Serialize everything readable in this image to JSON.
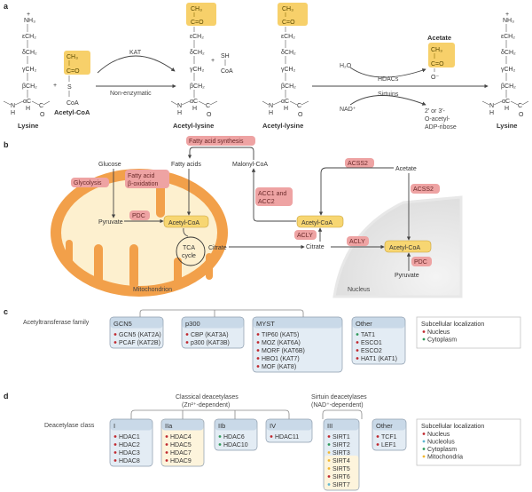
{
  "panels": {
    "a": {
      "label": "a",
      "lysine_left": {
        "name": "Lysine",
        "chain": [
          "NH₃",
          "εCH₂",
          "δCH₂",
          "γCH₂",
          "βCH₂"
        ],
        "charge": "+",
        "backbone": {
          "n": "N",
          "h1": "H",
          "alpha": "αC",
          "h2": "H",
          "c": "C",
          "o": "O"
        }
      },
      "plus1": "+",
      "acetyl_coa": {
        "name": "Acetyl-CoA",
        "ch3": "CH₃",
        "co": "C=O",
        "s": "S",
        "coa": "CoA"
      },
      "reaction1": {
        "enzyme": "KAT",
        "alt": "Non-enzymatic"
      },
      "acetyl_lysine_mid": {
        "name": "Acetyl-lysine",
        "ch3": "CH₃",
        "co": "C=O",
        "chain": [
          "εCH₂",
          "δCH₂",
          "γCH₂",
          "βCH₂"
        ]
      },
      "plus2": "+",
      "coa_sh": {
        "sh": "SH",
        "coa": "CoA"
      },
      "acetyl_lysine_right": {
        "name": "Acetyl-lysine",
        "ch3": "CH₃",
        "co": "C=O",
        "chain": [
          "εCH₂",
          "δCH₂",
          "γCH₂",
          "βCH₂"
        ]
      },
      "reaction2": {
        "h2o": "H₂O",
        "nad": "NAD⁺",
        "enzyme1": "HDACs",
        "enzyme2": "Sirtuins",
        "acetate_title": "Acetate",
        "acetate_ch3": "CH₃",
        "acetate_co": "C=O",
        "acetate_o": "O⁻",
        "byproduct": [
          "2′ or 3′-",
          "O-acetyl-",
          "ADP-ribose"
        ]
      },
      "lysine_right": {
        "name": "Lysine",
        "chain": [
          "NH₃",
          "εCH₂",
          "δCH₂",
          "γCH₂",
          "βCH₂"
        ],
        "charge": "+"
      }
    },
    "b": {
      "label": "b",
      "metabolites": {
        "glucose": "Glucose",
        "fatty_acids": "Fatty acids",
        "malonyl_coa": "Malonyl-CoA",
        "acetate": "Acetate",
        "pyruvate_mito": "Pyruvate",
        "acetyl_coa_mito": "Acetyl-CoA",
        "tca": [
          "TCA",
          "cycle"
        ],
        "citrate_mito": "Citrate",
        "acetyl_coa_cyto": "Acetyl-CoA",
        "citrate_cyto": "Citrate",
        "acetyl_coa_nuc": "Acetyl-CoA",
        "pyruvate_nuc": "Pyruvate"
      },
      "enzymes": {
        "fatty_acid_synthesis": "Fatty acid synthesis",
        "glycolysis": "Glycolysis",
        "beta_oxidation": [
          "Fatty acid",
          "β-oxidation"
        ],
        "pdc_mito": "PDC",
        "acc": [
          "ACC1 and",
          "ACC2"
        ],
        "acss2_top": "ACSS2",
        "acss2_right": "ACSS2",
        "acly_up": "ACLY",
        "acly_nuc": "ACLY",
        "pdc_nuc": "PDC"
      },
      "compartments": {
        "mitochondrion": "Mitochondrion",
        "nucleus": "Nucleus"
      }
    },
    "c": {
      "label": "c",
      "row_label": "Acetyltransferase family",
      "families": [
        {
          "title": "GCN5",
          "items": [
            {
              "text": "GCN5 (KAT2A)",
              "loc": "nucleus"
            },
            {
              "text": "PCAF (KAT2B)",
              "loc": "nucleus"
            }
          ]
        },
        {
          "title": "p300",
          "items": [
            {
              "text": "CBP (KAT3A)",
              "loc": "nucleus"
            },
            {
              "text": "p300 (KAT3B)",
              "loc": "nucleus"
            }
          ]
        },
        {
          "title": "MYST",
          "items": [
            {
              "text": "TIP60 (KAT5)",
              "loc": "nucleus"
            },
            {
              "text": "MOZ (KAT6A)",
              "loc": "nucleus"
            },
            {
              "text": "MORF (KAT6B)",
              "loc": "nucleus"
            },
            {
              "text": "HBO1 (KAT7)",
              "loc": "nucleus"
            },
            {
              "text": "MOF (KAT8)",
              "loc": "nucleus"
            }
          ]
        },
        {
          "title": "Other",
          "items": [
            {
              "text": "TAT1",
              "loc": "cytoplasm"
            },
            {
              "text": "ESCO1",
              "loc": "nucleus"
            },
            {
              "text": "ESCO2",
              "loc": "nucleus"
            },
            {
              "text": "HAT1 (KAT1)",
              "loc": "nucleus"
            }
          ]
        }
      ],
      "legend": {
        "title": "Subcellular localization",
        "items": [
          {
            "text": "Nucleus",
            "loc": "nucleus"
          },
          {
            "text": "Cytoplasm",
            "loc": "cytoplasm"
          }
        ]
      }
    },
    "d": {
      "label": "d",
      "row_label": "Deacetylase class",
      "group_classical": [
        "Classical deacetylases",
        "(Zn²⁺-dependent)"
      ],
      "group_sirtuin": [
        "Sirtuin deacetylases",
        "(NAD⁺-dependent)"
      ],
      "classes": [
        {
          "title": "I",
          "items": [
            {
              "text": "HDAC1",
              "loc": "nucleus"
            },
            {
              "text": "HDAC2",
              "loc": "nucleus"
            },
            {
              "text": "HDAC3",
              "loc": "nucleus"
            },
            {
              "text": "HDAC8",
              "loc": "nucleus"
            }
          ]
        },
        {
          "title": "IIa",
          "items": [
            {
              "text": "HDAC4",
              "loc": "nucleus"
            },
            {
              "text": "HDAC5",
              "loc": "nucleus"
            },
            {
              "text": "HDAC7",
              "loc": "nucleus"
            },
            {
              "text": "HDAC9",
              "loc": "nucleus"
            }
          ]
        },
        {
          "title": "IIb",
          "items": [
            {
              "text": "HDAC6",
              "loc": "cytoplasm"
            },
            {
              "text": "HDAC10",
              "loc": "cytoplasm"
            }
          ]
        },
        {
          "title": "IV",
          "items": [
            {
              "text": "HDAC11",
              "loc": "nucleus"
            }
          ]
        },
        {
          "title": "III",
          "items": [
            {
              "text": "SIRT1",
              "loc": "nucleus"
            },
            {
              "text": "SIRT2",
              "loc": "cytoplasm"
            },
            {
              "text": "SIRT3",
              "loc": "mitochondria"
            },
            {
              "text": "SIRT4",
              "loc": "mitochondria"
            },
            {
              "text": "SIRT5",
              "loc": "mitochondria"
            },
            {
              "text": "SIRT6",
              "loc": "nucleus"
            },
            {
              "text": "SIRT7",
              "loc": "nucleolus"
            }
          ]
        },
        {
          "title": "Other",
          "items": [
            {
              "text": "TCF1",
              "loc": "nucleus"
            },
            {
              "text": "LEF1",
              "loc": "nucleus"
            }
          ]
        }
      ],
      "legend": {
        "title": "Subcellular localization",
        "items": [
          {
            "text": "Nucleus",
            "loc": "nucleus"
          },
          {
            "text": "Nucleolus",
            "loc": "nucleolus"
          },
          {
            "text": "Cytoplasm",
            "loc": "cytoplasm"
          },
          {
            "text": "Mitochondria",
            "loc": "mitochondria"
          }
        ]
      }
    }
  },
  "colors": {
    "nucleus": "#c0282e",
    "cytoplasm": "#2f9a5a",
    "nucleolus": "#5fb7d0",
    "mitochondria": "#f2b72e",
    "acetyl_highlight": "#f7d06a",
    "enzyme_bg": "#eea3a3",
    "mito_outer": "#f2a04a",
    "mito_inner": "#fdf0cf",
    "box_header": "#c9d9e8",
    "box_body": "#e3ecf4",
    "box_body_iia": "#fdf4dc"
  }
}
